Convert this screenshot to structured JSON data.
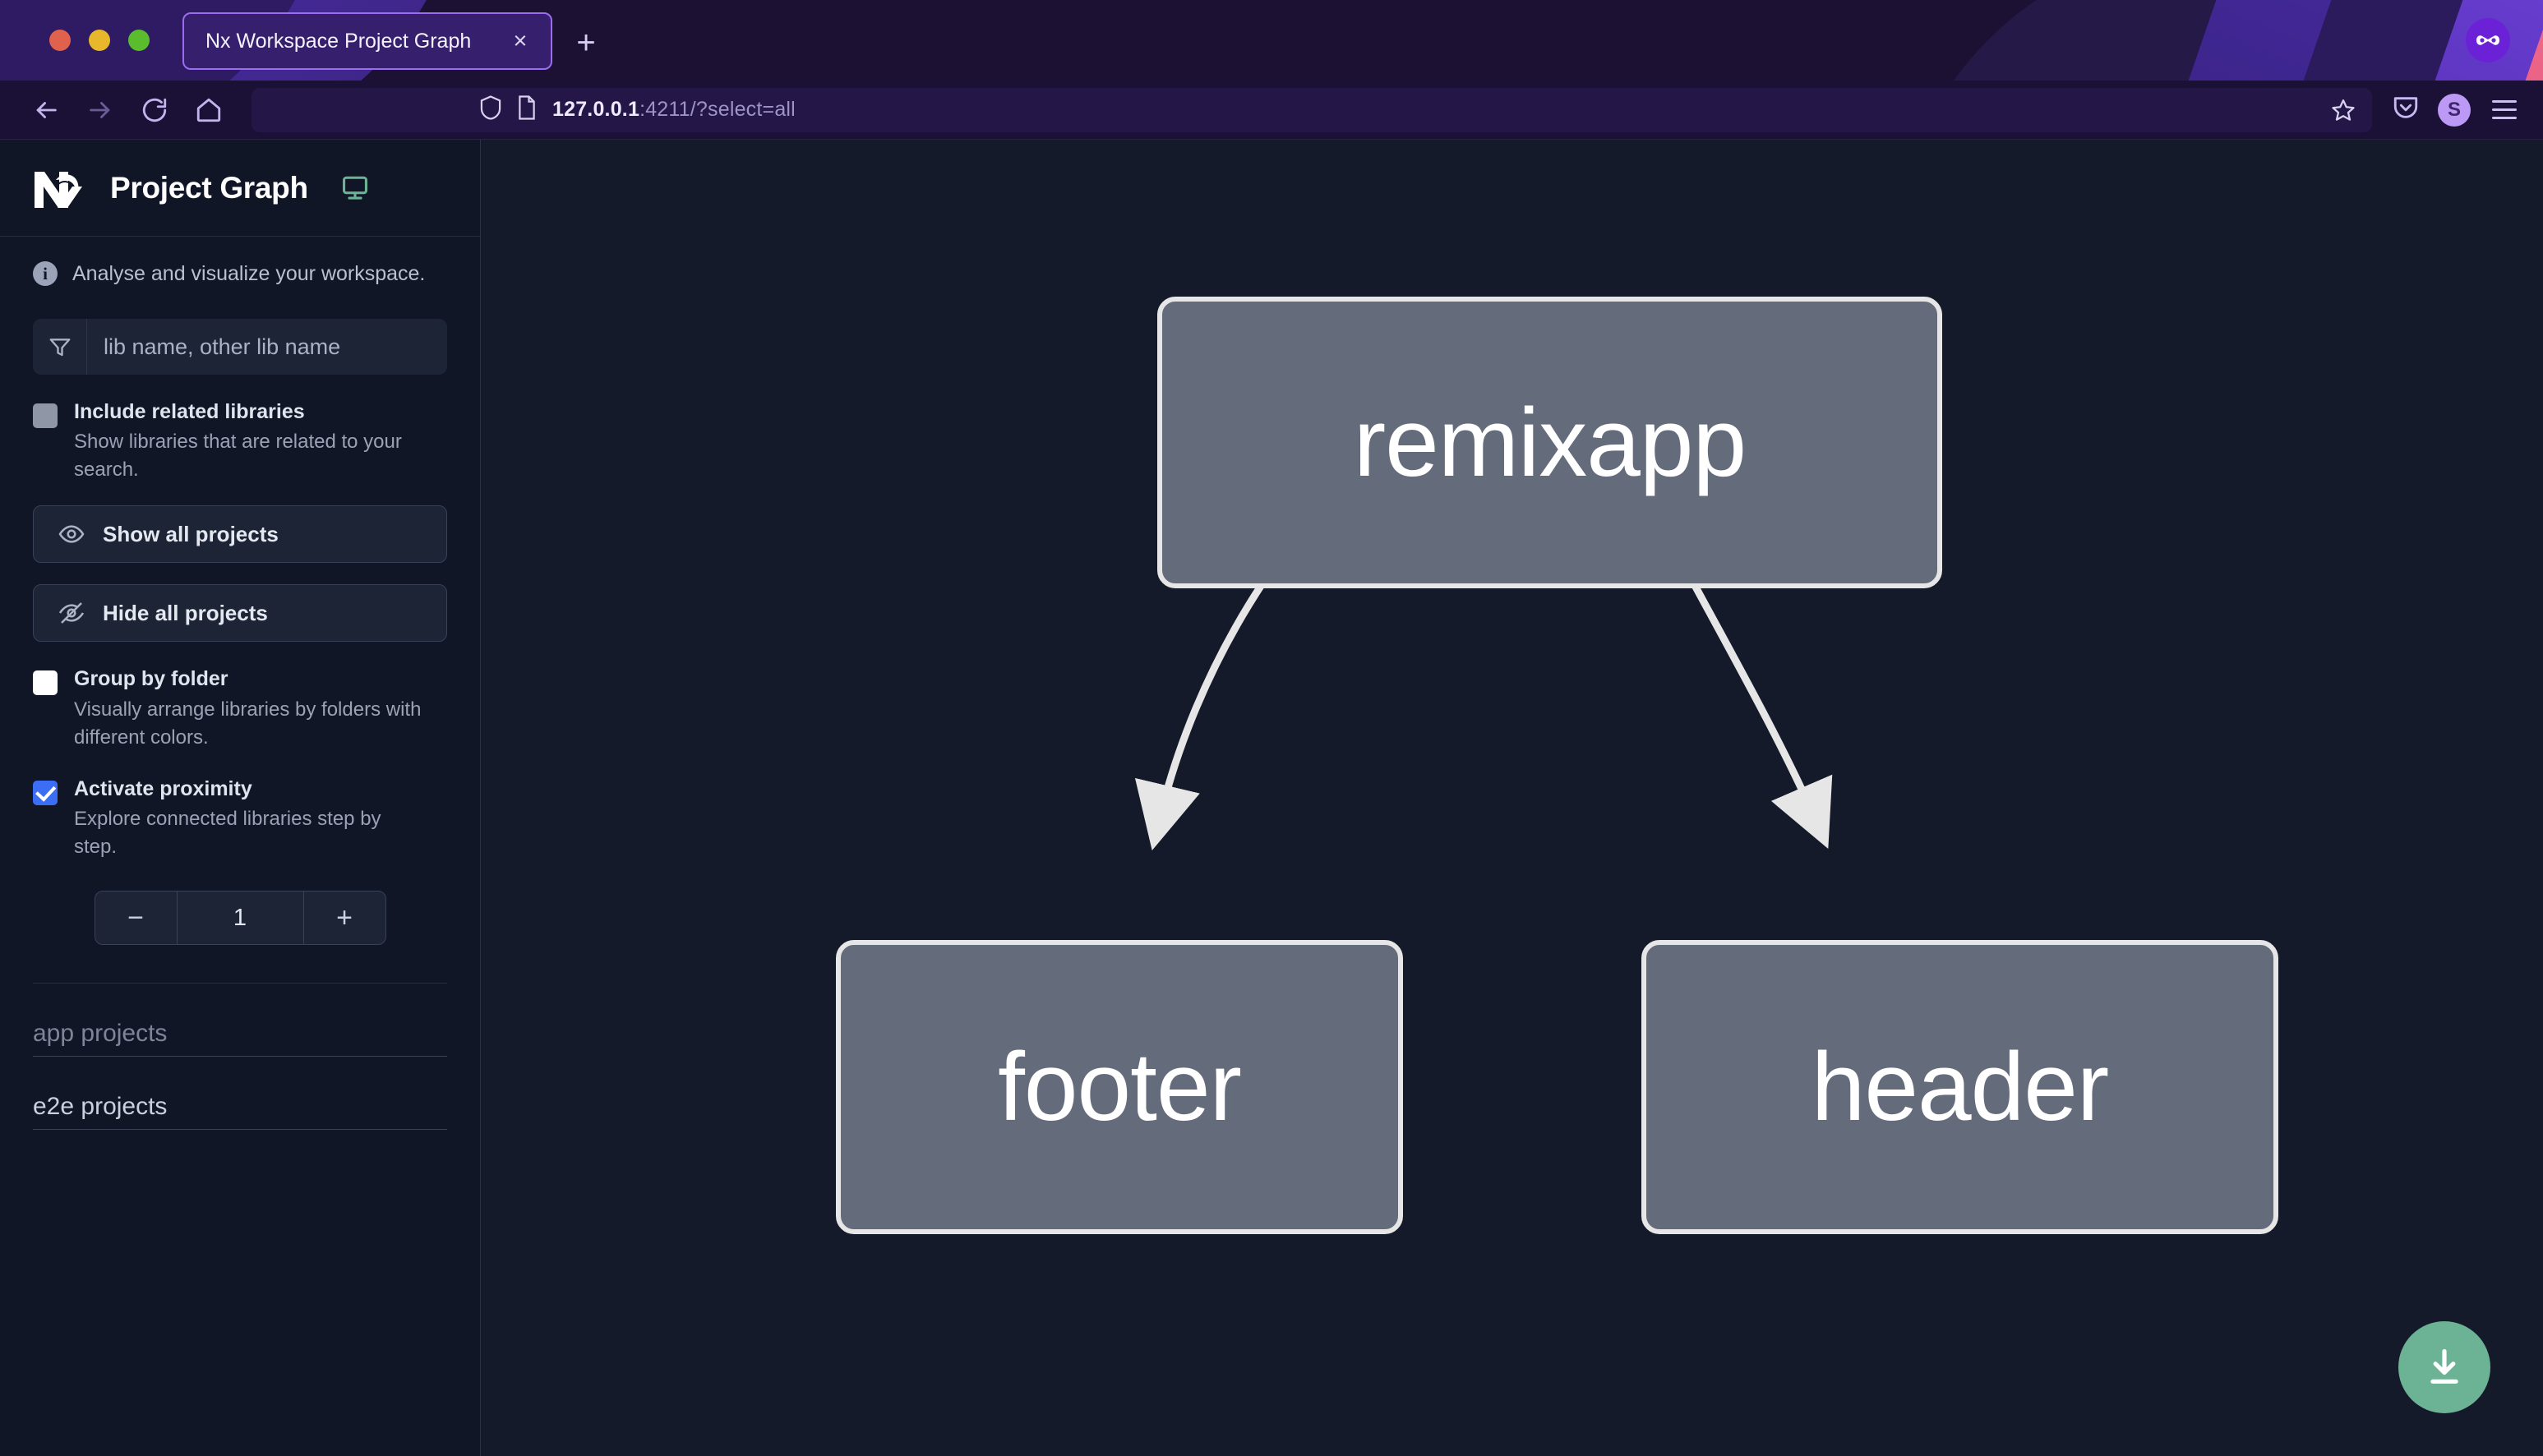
{
  "browser": {
    "tab": {
      "title": "Nx Workspace Project Graph",
      "close_label": "×"
    },
    "newtab_label": "+",
    "url": {
      "host": "127.0.0.1",
      "rest": ":4211/?select=all"
    },
    "icons": {
      "back": "back-arrow-icon",
      "forward": "forward-arrow-icon",
      "reload": "reload-icon",
      "home": "home-icon",
      "shield": "shield-icon",
      "page": "page-icon",
      "bookmark": "star-icon",
      "pocket": "pocket-icon",
      "menu": "hamburger-menu-icon",
      "private": "private-browsing-mask-icon"
    },
    "account_initial": "S"
  },
  "sidebar": {
    "title": "Project Graph",
    "logo_name": "nx-logo",
    "monitor_icon": "monitor-icon",
    "info_text": "Analyse and visualize your workspace.",
    "search": {
      "placeholder": "lib name, other lib name",
      "value": ""
    },
    "include_related": {
      "label": "Include related libraries",
      "description": "Show libraries that are related to your search.",
      "checked": false
    },
    "show_all_label": "Show all projects",
    "hide_all_label": "Hide all projects",
    "group_by_folder": {
      "label": "Group by folder",
      "description": "Visually arrange libraries by folders with different colors.",
      "checked": false
    },
    "activate_proximity": {
      "label": "Activate proximity",
      "description": "Explore connected libraries step by step.",
      "checked": true
    },
    "stepper": {
      "decrement": "−",
      "value": "1",
      "increment": "+"
    },
    "groups": [
      {
        "label": "app projects"
      },
      {
        "label": "e2e projects"
      }
    ]
  },
  "graph": {
    "nodes": [
      {
        "id": "remixapp",
        "label": "remixapp"
      },
      {
        "id": "footer",
        "label": "footer"
      },
      {
        "id": "header",
        "label": "header"
      }
    ],
    "edges": [
      {
        "from": "remixapp",
        "to": "footer"
      },
      {
        "from": "remixapp",
        "to": "header"
      }
    ],
    "download_button": "download-icon"
  },
  "colors": {
    "accent_checkbox": "#3b6ef5",
    "node_fill": "#646c7c",
    "node_border": "#e6e6e6",
    "canvas_bg": "#151a2a",
    "sidebar_bg": "#111627",
    "fab_green": "#6cb395",
    "monitor_green": "#6cb395",
    "tab_border": "#9a6df0"
  }
}
